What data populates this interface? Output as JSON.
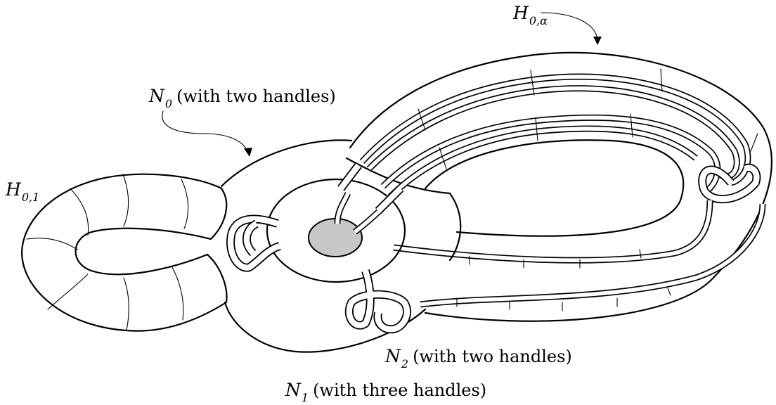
{
  "labels": {
    "h0alpha": {
      "main": "H",
      "sub": "0,α",
      "rest": ""
    },
    "n0": {
      "main": "N",
      "sub": "0",
      "rest": "(with two handles)"
    },
    "h01": {
      "main": "H",
      "sub": "0,1",
      "rest": ""
    },
    "n2": {
      "main": "N",
      "sub": "2",
      "rest": "(with two handles)"
    },
    "n1": {
      "main": "N",
      "sub": "1",
      "rest": "(with three handles)"
    }
  },
  "colors": {
    "line": "#000000",
    "disk_fill": "#c8c8c8",
    "background": "#ffffff"
  }
}
